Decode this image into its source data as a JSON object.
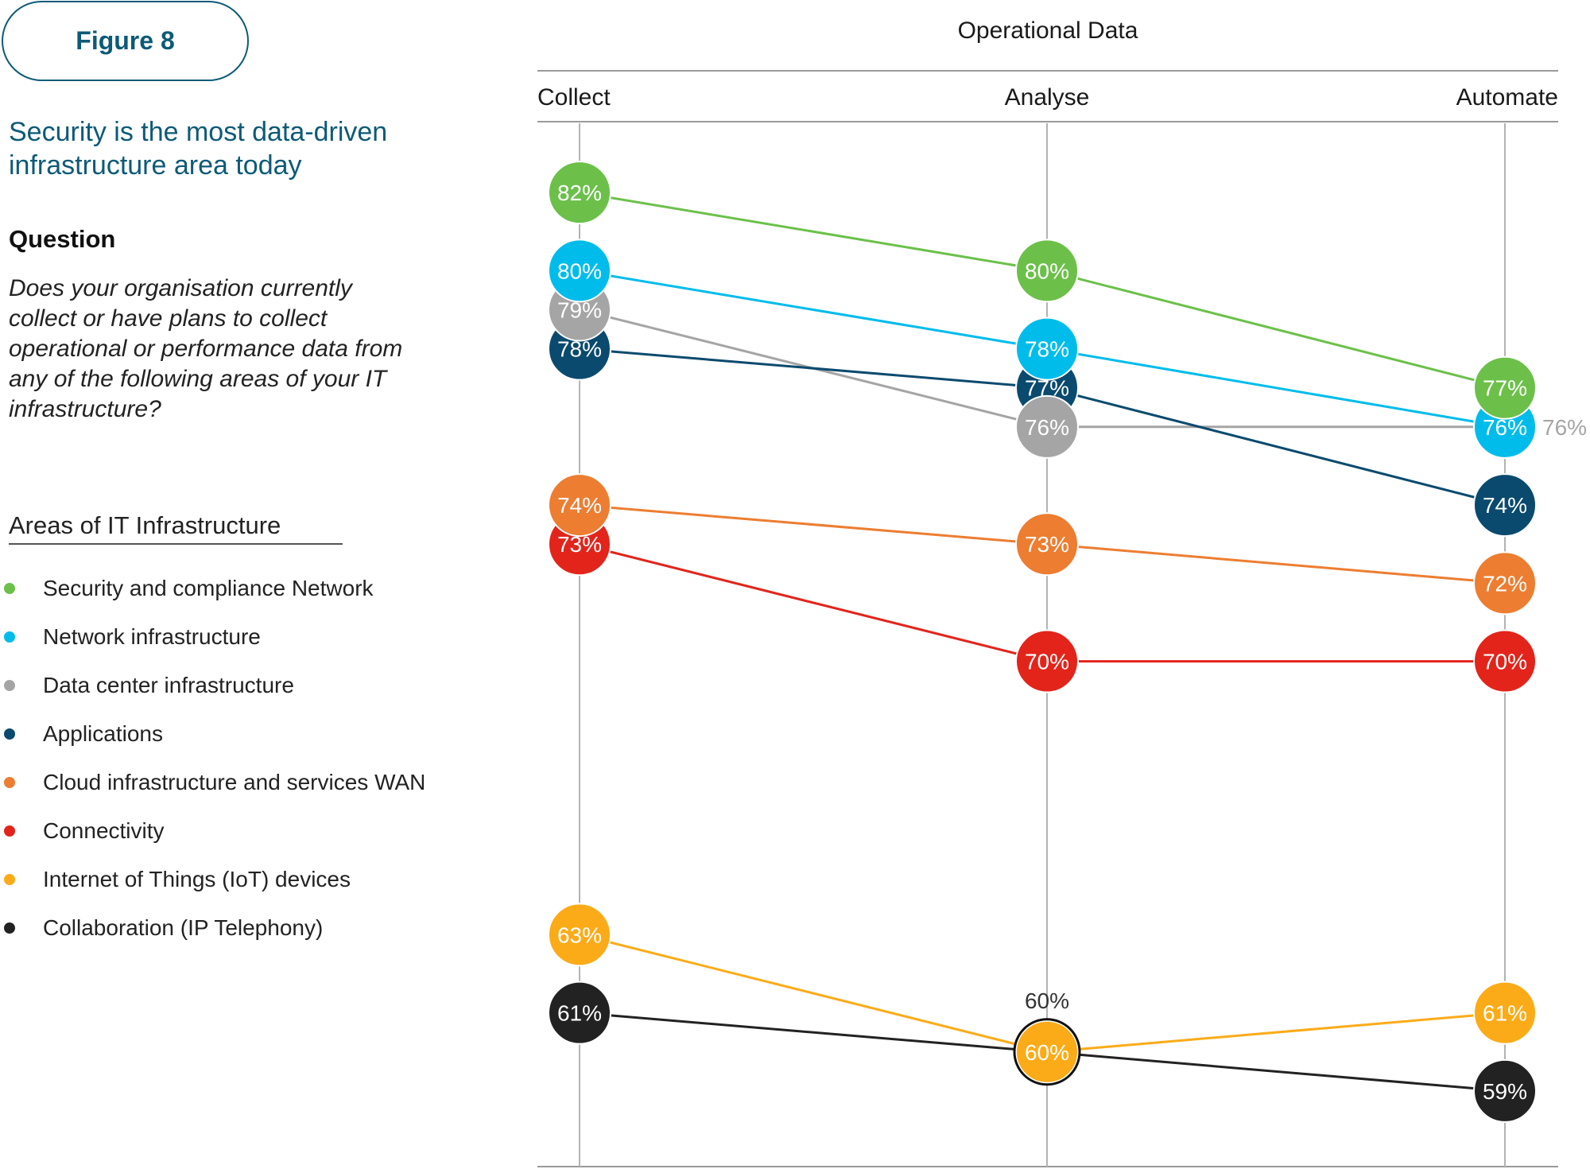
{
  "figure_label": "Figure 8",
  "headline": "Security is the most data-driven infrastructure area today",
  "question_label": "Question",
  "question_text": "Does your organisation currently collect or have plans to collect operational or performance data from any of the following areas of your IT infrastructure?",
  "legend_title": "Areas of IT Infrastructure",
  "chart_data": {
    "type": "line",
    "title": "Operational Data",
    "categories": [
      "Collect",
      "Analyse",
      "Automate"
    ],
    "unit": "%",
    "series": [
      {
        "name": "Security and compliance Network",
        "color": "#6cc04a",
        "values": [
          82,
          80,
          77
        ]
      },
      {
        "name": "Network infrastructure",
        "color": "#00bceb",
        "values": [
          80,
          78,
          76
        ]
      },
      {
        "name": "Data center infrastructure",
        "color": "#a5a5a5",
        "values": [
          79,
          76,
          76
        ]
      },
      {
        "name": "Applications",
        "color": "#0a4a6e",
        "values": [
          78,
          77,
          74
        ]
      },
      {
        "name": "Cloud infrastructure and services WAN",
        "color": "#ed7d31",
        "values": [
          74,
          73,
          72
        ]
      },
      {
        "name": "Connectivity",
        "color": "#e3241b",
        "values": [
          73,
          70,
          70
        ]
      },
      {
        "name": "Internet of Things (IoT) devices",
        "color": "#fbab18",
        "values": [
          63,
          60,
          61
        ]
      },
      {
        "name": "Collaboration (IP Telephony)",
        "color": "#222222",
        "values": [
          61,
          60,
          59
        ]
      }
    ],
    "ylim": [
      58,
      83
    ],
    "grid": false,
    "annotations": [
      {
        "text": "76%",
        "category": "Automate",
        "value": 76,
        "color": "#a5a5a5"
      },
      {
        "text": "60%",
        "category": "Analyse",
        "value": 60,
        "color": "#333333"
      }
    ]
  }
}
